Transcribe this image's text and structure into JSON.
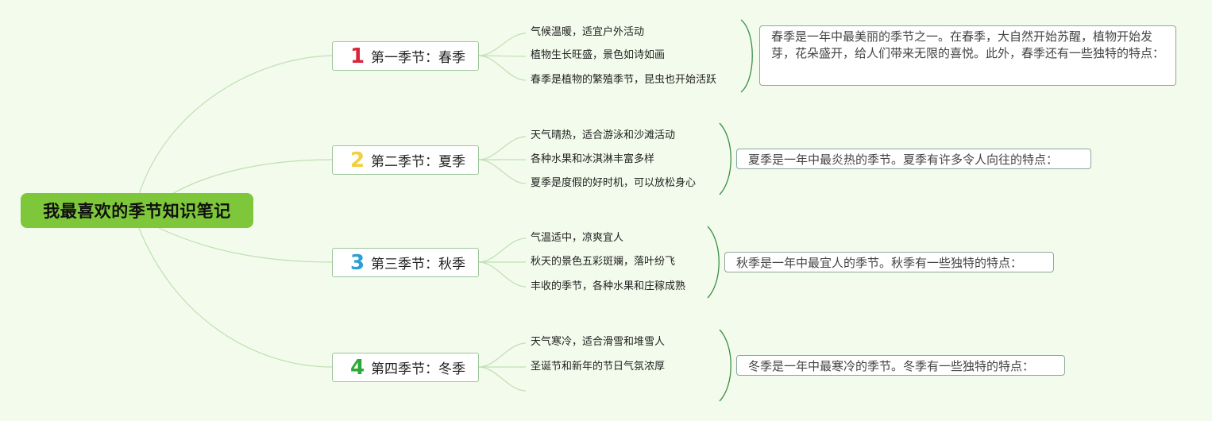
{
  "root": {
    "title": "我最喜欢的季节知识笔记"
  },
  "seasons": [
    {
      "num": "1",
      "color": "#d9263a",
      "label": "第一季节：春季",
      "points": [
        "气候温暖，适宜户外活动",
        "植物生长旺盛，景色如诗如画",
        "春季是植物的繁殖季节，昆虫也开始活跃"
      ],
      "desc": "春季是一年中最美丽的季节之一。在春季，大自然开始苏醒，植物开始发芽，花朵盛开，给人们带来无限的喜悦。此外，春季还有一些独特的特点："
    },
    {
      "num": "2",
      "color": "#f3cf3a",
      "label": "第二季节：夏季",
      "points": [
        "天气晴热，适合游泳和沙滩活动",
        "各种水果和冰淇淋丰富多样",
        "夏季是度假的好时机，可以放松身心"
      ],
      "desc": "夏季是一年中最炎热的季节。夏季有许多令人向往的特点："
    },
    {
      "num": "3",
      "color": "#2a9fd8",
      "label": "第三季节：秋季",
      "points": [
        "气温适中，凉爽宜人",
        "秋天的景色五彩斑斓，落叶纷飞",
        "丰收的季节，各种水果和庄稼成熟"
      ],
      "desc": "秋季是一年中最宜人的季节。秋季有一些独特的特点："
    },
    {
      "num": "4",
      "color": "#2ea83a",
      "label": "第四季节：冬季",
      "points": [
        "天气寒冷，适合滑雪和堆雪人",
        "圣诞节和新年的节日气氛浓厚",
        ""
      ],
      "desc": "冬季是一年中最寒冷的季节。冬季有一些独特的特点："
    }
  ]
}
